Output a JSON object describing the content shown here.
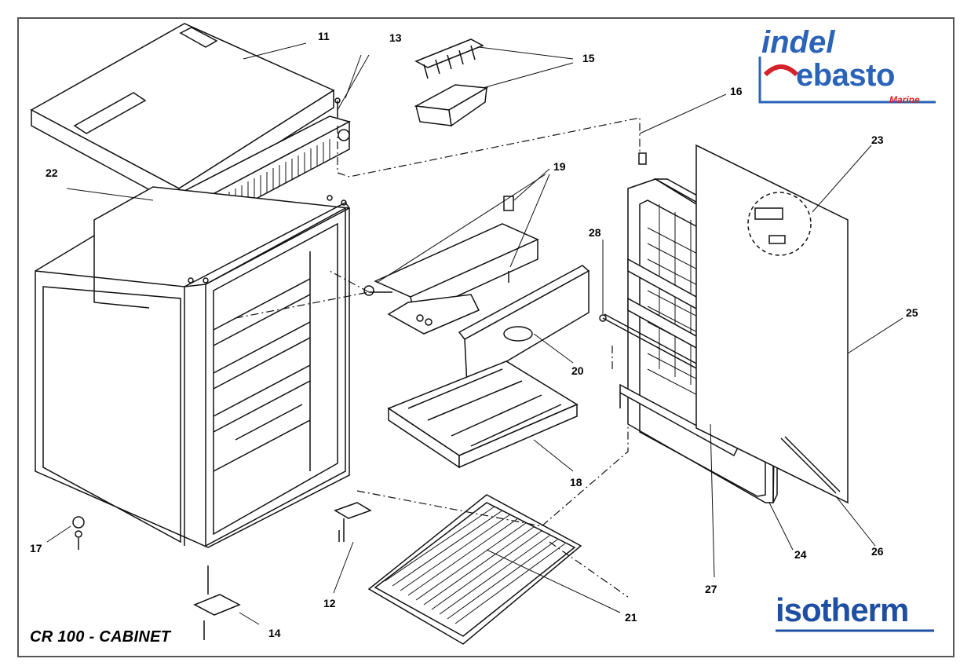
{
  "title": "CR 100 - CABINET",
  "brands": {
    "indel": "indel",
    "webasto": "ebasto",
    "marine": "Marine",
    "isotherm": "isotherm"
  },
  "colors": {
    "webasto_blue": "#2a63b7",
    "marine_red": "#d3222a",
    "isotherm_blue": "#1f4fa3",
    "line": "#111111"
  },
  "callouts": [
    "11",
    "13",
    "15",
    "16",
    "22",
    "19",
    "28",
    "23",
    "25",
    "20",
    "18",
    "17",
    "12",
    "14",
    "21",
    "27",
    "24",
    "26"
  ]
}
